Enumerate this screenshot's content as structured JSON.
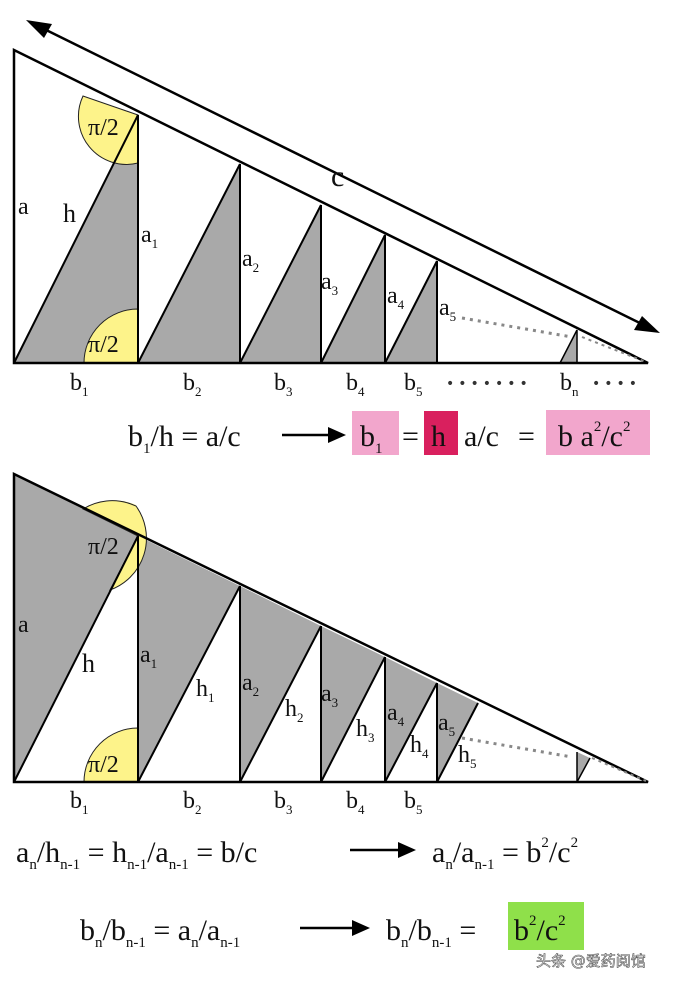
{
  "diagram_top": {
    "c_label": "c",
    "a_label": "a",
    "h_label": "h",
    "angle_label": "π/2",
    "vertical_labels": [
      {
        "base": "a",
        "sub": "1"
      },
      {
        "base": "a",
        "sub": "2"
      },
      {
        "base": "a",
        "sub": "3"
      },
      {
        "base": "a",
        "sub": "4"
      },
      {
        "base": "a",
        "sub": "5"
      }
    ],
    "base_labels": [
      {
        "base": "b",
        "sub": "1"
      },
      {
        "base": "b",
        "sub": "2"
      },
      {
        "base": "b",
        "sub": "3"
      },
      {
        "base": "b",
        "sub": "4"
      },
      {
        "base": "b",
        "sub": "5"
      },
      {
        "base": "b",
        "sub": "n"
      }
    ],
    "dots": "•••••••",
    "dots_right": "••••"
  },
  "equation1": {
    "lhs": "b",
    "lhs_sub": "1",
    "lhs_rest": "/h = a/c",
    "box1_base": "b",
    "box1_sub": "1",
    "eq1": "=",
    "box_h": "h",
    "mid": "a/c",
    "eq2": "=",
    "box3_b": "b a",
    "box3_sup1": "2",
    "box3_mid": "/c",
    "box3_sup2": "2",
    "color_light": "#f2a6cc",
    "color_dark": "#d9205e"
  },
  "diagram_bottom": {
    "a_label": "a",
    "h_label": "h",
    "angle_label": "π/2",
    "vertical_labels": [
      {
        "base": "a",
        "sub": "1"
      },
      {
        "base": "a",
        "sub": "2"
      },
      {
        "base": "a",
        "sub": "3"
      },
      {
        "base": "a",
        "sub": "4"
      },
      {
        "base": "a",
        "sub": "5"
      }
    ],
    "h_labels": [
      {
        "base": "h",
        "sub": "1"
      },
      {
        "base": "h",
        "sub": "2"
      },
      {
        "base": "h",
        "sub": "3"
      },
      {
        "base": "h",
        "sub": "4"
      },
      {
        "base": "h",
        "sub": "5"
      }
    ],
    "base_labels": [
      {
        "base": "b",
        "sub": "1"
      },
      {
        "base": "b",
        "sub": "2"
      },
      {
        "base": "b",
        "sub": "3"
      },
      {
        "base": "b",
        "sub": "4"
      },
      {
        "base": "b",
        "sub": "5"
      }
    ]
  },
  "equation2": {
    "t1": "a",
    "t1_sub": "n",
    "t2": "/h",
    "t2_sub": "n-1",
    "t3": " = h",
    "t3_sub": "n-1",
    "t4": "/a",
    "t4_sub": "n-1",
    "t5": " = b/c",
    "r1": "a",
    "r1_sub": "n",
    "r2": "/a",
    "r2_sub": "n-1",
    "r3": " =  b",
    "r3_sup": "2",
    "r4": "/c",
    "r4_sup": "2"
  },
  "equation3": {
    "t1": "b",
    "t1_sub": "n",
    "t2": "/b",
    "t2_sub": "n-1",
    "t3": " = a",
    "t3_sub": "n",
    "t4": "/a",
    "t4_sub": "n-1",
    "r1": "b",
    "r1_sub": "n",
    "r2": "/b",
    "r2_sub": "n-1",
    "r3": " =",
    "box_b": "b",
    "box_sup1": "2",
    "box_mid": "/c",
    "box_sup2": "2",
    "color_green": "#8fe04a"
  },
  "watermark": {
    "text": "头条 @爱药阅馆"
  },
  "colors": {
    "gray_fill": "#a9a9a9",
    "yellow": "#fdf38a",
    "line": "#000000"
  }
}
